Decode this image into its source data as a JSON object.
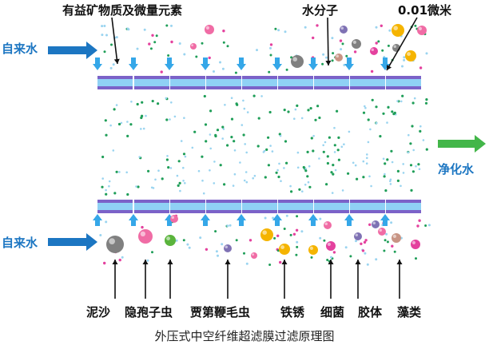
{
  "labels": {
    "trace_elements": "有益矿物质及微量元素",
    "water_molecule": "水分子",
    "pore_size": "0.01微米",
    "inlet_top": "自来水",
    "inlet_bottom": "自来水",
    "outlet": "净化水",
    "caption": "外压式中空纤维超滤膜过滤原理图"
  },
  "contaminants": [
    {
      "label": "泥沙"
    },
    {
      "label": "隐孢子虫"
    },
    {
      "label": "贾第鞭毛虫"
    },
    {
      "label": "铁锈"
    },
    {
      "label": "细菌"
    },
    {
      "label": "胶体"
    },
    {
      "label": "藻类"
    }
  ],
  "colors": {
    "membrane": "#7b62c8",
    "membrane_inner": "#8fd1f5",
    "pore_arrow": "#35a7e8",
    "inlet_arrow": "#1c76c2",
    "outlet_arrow": "#43b649",
    "mineral_dot": "#1f9e58",
    "water_dot": "#9ad4f0",
    "sediment": "#808080",
    "cryptosporidium": "#f06ca5",
    "giardia": "#5ab43c",
    "rust": "#f5b400",
    "bacteria": "#e4419e",
    "colloid": "#7f72b4",
    "algae": "#c89484"
  }
}
